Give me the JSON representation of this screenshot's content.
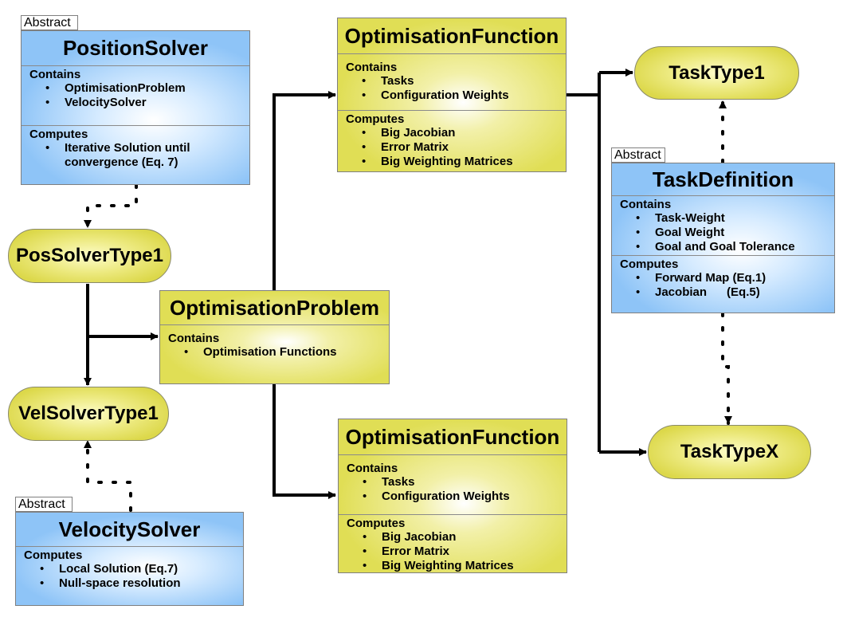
{
  "tags": {
    "abstract": "Abstract"
  },
  "boxes": {
    "position_solver": {
      "title": "PositionSolver",
      "contains_label": "Contains",
      "contains": [
        "OptimisationProblem",
        "VelocitySolver"
      ],
      "computes_label": "Computes",
      "computes": [
        "Iterative Solution until",
        "convergence (Eq. 7)"
      ]
    },
    "velocity_solver": {
      "title": "VelocitySolver",
      "computes_label": "Computes",
      "computes": [
        "Local Solution (Eq.7)",
        "Null-space resolution"
      ]
    },
    "optimisation_problem": {
      "title": "OptimisationProblem",
      "contains_label": "Contains",
      "contains": [
        "Optimisation Functions"
      ]
    },
    "optimisation_function_top": {
      "title": "OptimisationFunction",
      "contains_label": "Contains",
      "contains": [
        "Tasks",
        "Configuration Weights"
      ],
      "computes_label": "Computes",
      "computes": [
        "Big Jacobian",
        "Error Matrix",
        "Big Weighting Matrices"
      ]
    },
    "optimisation_function_bottom": {
      "title": "OptimisationFunction",
      "contains_label": "Contains",
      "contains": [
        "Tasks",
        "Configuration Weights"
      ],
      "computes_label": "Computes",
      "computes": [
        "Big Jacobian",
        "Error Matrix",
        "Big Weighting Matrices"
      ]
    },
    "task_definition": {
      "title": "TaskDefinition",
      "contains_label": "Contains",
      "contains": [
        "Task-Weight",
        "Goal Weight",
        "Goal and Goal Tolerance"
      ],
      "computes_label": "Computes",
      "computes": [
        "Forward Map (Eq.1)",
        "Jacobian      (Eq.5)"
      ]
    }
  },
  "pills": {
    "pos_solver_type1": "PosSolverType1",
    "vel_solver_type1": "VelSolverType1",
    "task_type1": "TaskType1",
    "task_typex": "TaskTypeX"
  },
  "colors": {
    "class_blue": "#8ec4f7",
    "function_yellow": "#e0de55",
    "connector": "#000000"
  },
  "bullet_glyph": "•"
}
